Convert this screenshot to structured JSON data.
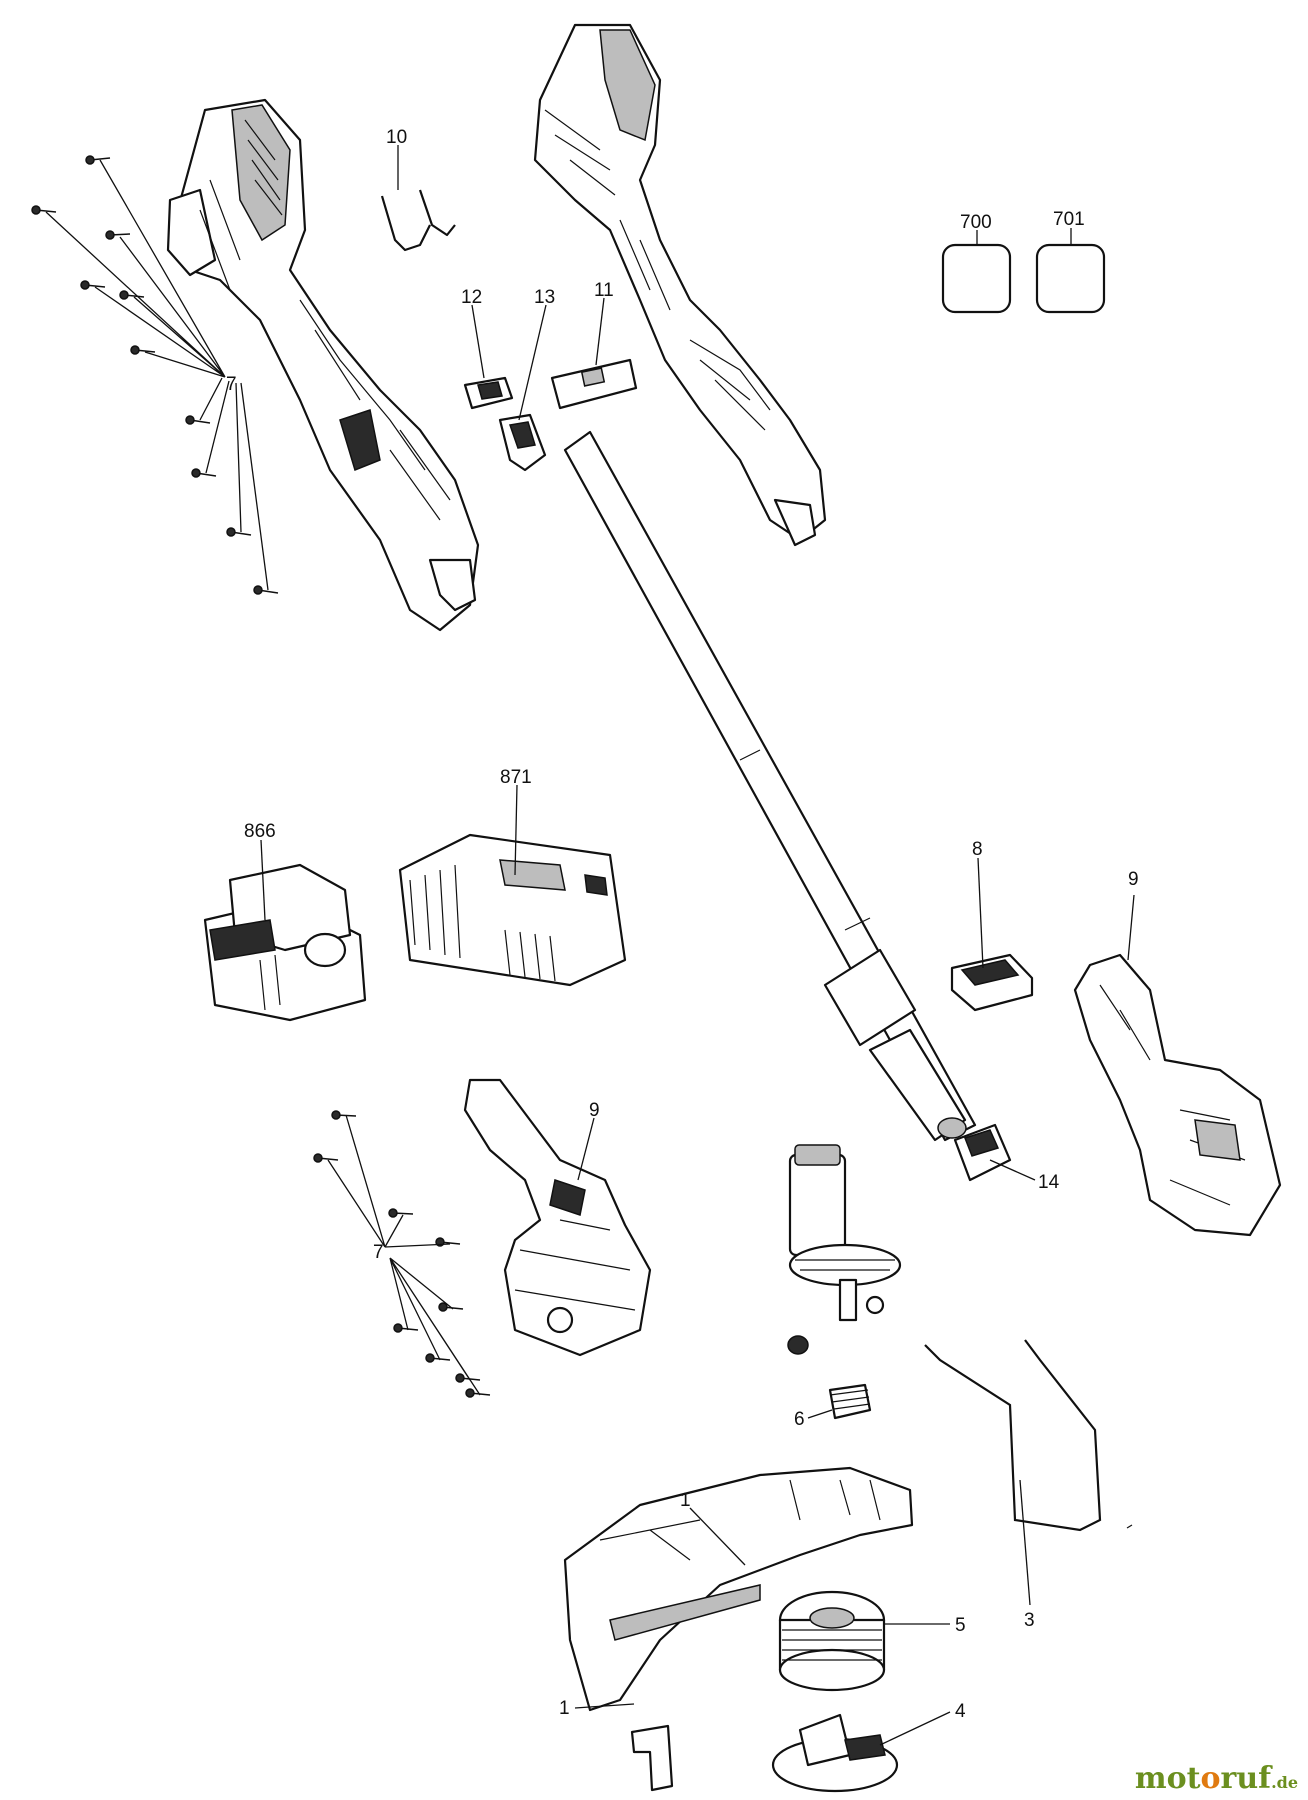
{
  "callouts": {
    "c10": "10",
    "c700": "700",
    "c701": "701",
    "c12": "12",
    "c13": "13",
    "c11": "11",
    "c7a": "7",
    "c871": "871",
    "c866": "866",
    "c8": "8",
    "c9a": "9",
    "c9b": "9",
    "c14": "14",
    "c7b": "7",
    "c6": "6",
    "c3": "3",
    "c1a": "1",
    "c5": "5",
    "c1b": "1",
    "c4": "4"
  },
  "watermark": {
    "left": "mot",
    "o": "o",
    "right": "ruf",
    "domain": ".de"
  }
}
